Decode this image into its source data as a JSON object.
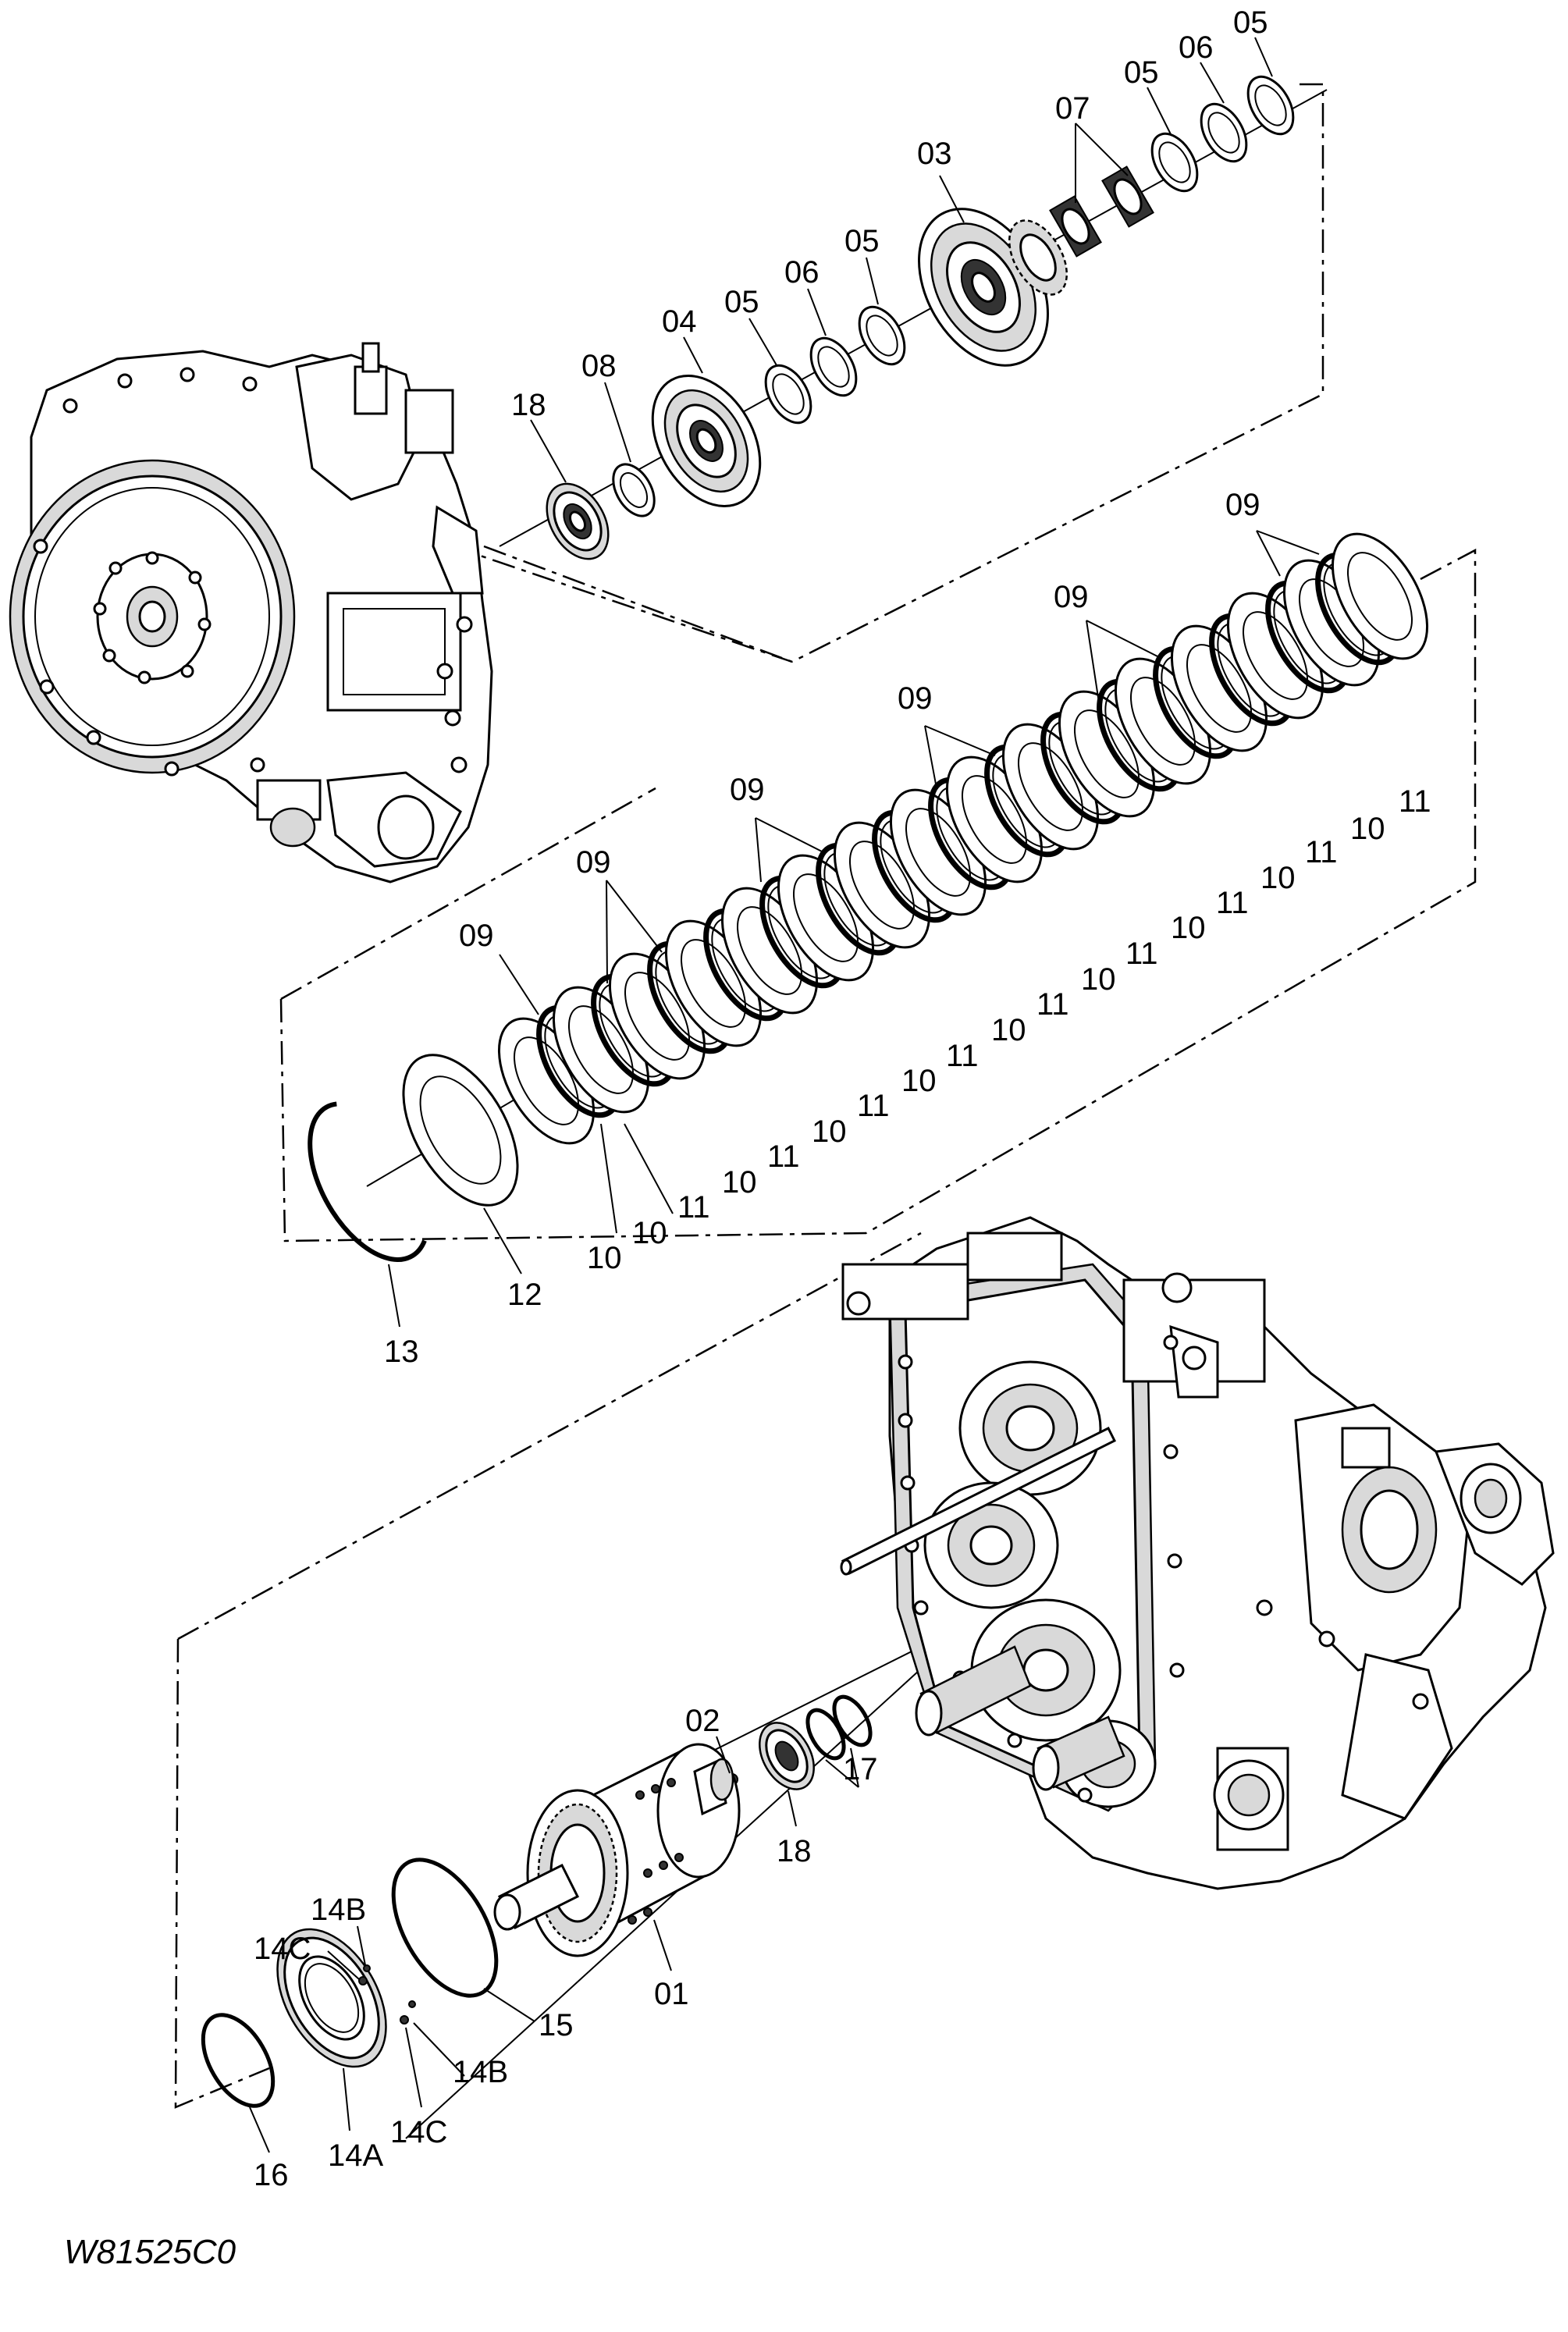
{
  "drawing_code": "W81525C0",
  "callouts": {
    "c01": "01",
    "c02": "02",
    "c03": "03",
    "c04": "04",
    "c05": "05",
    "c06": "06",
    "c07": "07",
    "c08": "08",
    "c09": "09",
    "c10": "10",
    "c11": "11",
    "c12": "12",
    "c13": "13",
    "c14a": "14A",
    "c14b": "14B",
    "c14c": "14C",
    "c15": "15",
    "c16": "16",
    "c17": "17",
    "c18": "18"
  }
}
